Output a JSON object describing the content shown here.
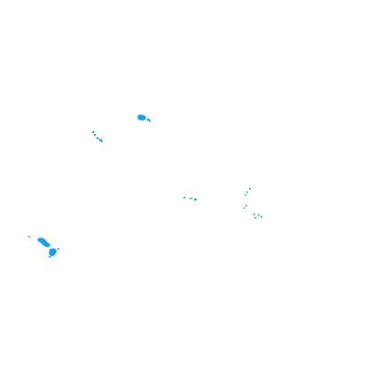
{
  "map": {
    "title": "",
    "background_color": "#ffffff",
    "land_color": "#1a9ee6",
    "features": [
      {
        "name": "island-cluster-north"
      },
      {
        "name": "island-chain-northwest"
      },
      {
        "name": "islets-center"
      },
      {
        "name": "atolls-east"
      },
      {
        "name": "island-group-southwest"
      }
    ]
  }
}
